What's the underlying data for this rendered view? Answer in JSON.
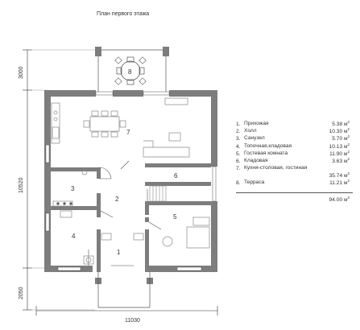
{
  "title": "План первого этажа",
  "dimensions": {
    "overall_width": "11030",
    "overall_height": "10520",
    "terrace_depth": "3000",
    "porch_depth": "2050"
  },
  "room_numbers": [
    "1",
    "2",
    "3",
    "4",
    "5",
    "6",
    "7",
    "8"
  ],
  "rooms": [
    {
      "num": "1.",
      "name": "Прихожая",
      "area": "5.38 м",
      "unit": "2"
    },
    {
      "num": "2.",
      "name": "Холл",
      "area": "10.30 м",
      "unit": "2"
    },
    {
      "num": "3.",
      "name": "Санузел",
      "area": "5.70 м",
      "unit": "2"
    },
    {
      "num": "4.",
      "name": "Топочная,кладовая",
      "area": "10.13 м",
      "unit": "2"
    },
    {
      "num": "5.",
      "name": "Гостевая комната",
      "area": "11.90 м",
      "unit": "2"
    },
    {
      "num": "6.",
      "name": "Кладовая",
      "area": "3.63 м",
      "unit": "2"
    },
    {
      "num": "7.",
      "name": "Кухня-столовая, гостиная",
      "area": "35.74 м",
      "unit": "2"
    },
    {
      "num": "8.",
      "name": "Терраса",
      "area": "11.21 м",
      "unit": "2"
    }
  ],
  "total": {
    "area": "94.00 м",
    "unit": "2"
  },
  "colors": {
    "wall": "#7d7d7d",
    "line": "#333333",
    "furniture": "#9a9a9a"
  }
}
